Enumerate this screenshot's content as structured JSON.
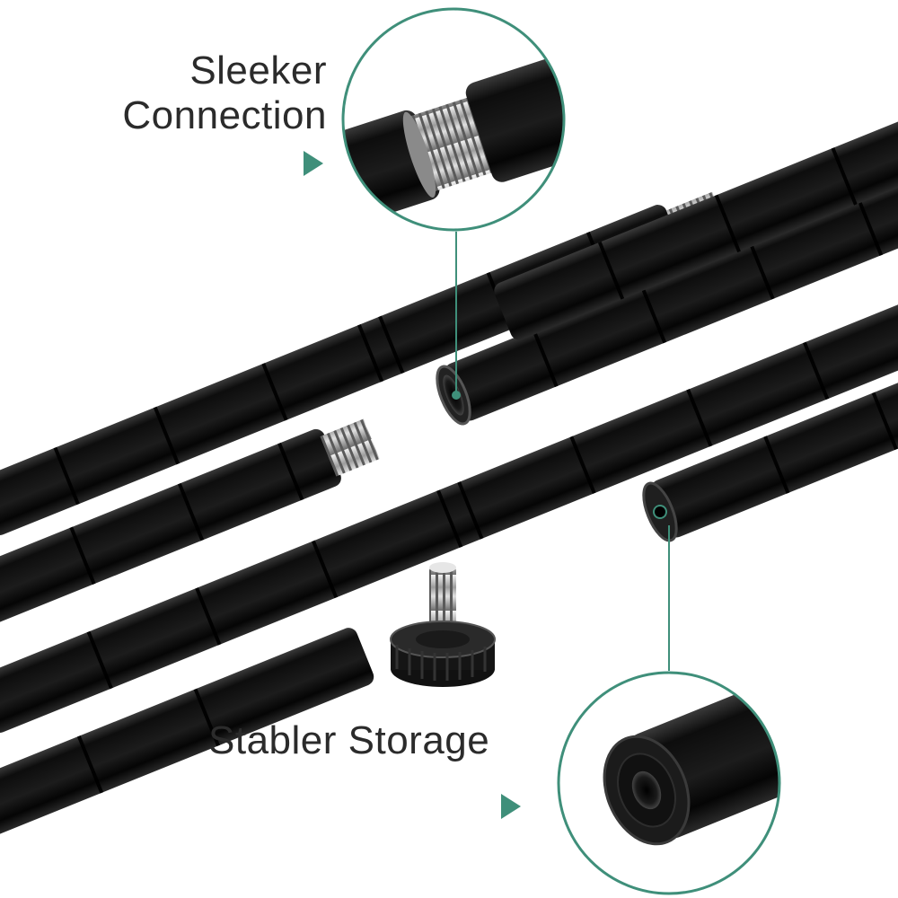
{
  "callouts": {
    "top": {
      "line1": "Sleeker",
      "line2": "Connection"
    },
    "bottom": {
      "text": "Stabler Storage"
    }
  },
  "colors": {
    "accent": "#3f8f7a",
    "pole": "#151515",
    "metal": "#b9b9b9",
    "text": "#2b2b2b"
  },
  "icons": {
    "pointer": "triangle-right-icon"
  }
}
